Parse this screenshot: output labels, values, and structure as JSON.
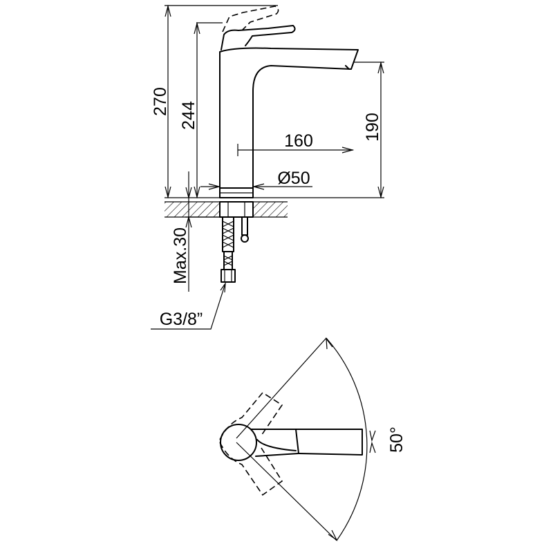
{
  "dimensions": {
    "total_height": "270",
    "spout_height": "244",
    "outlet_height": "190",
    "reach": "160",
    "base_diameter": "Ø50",
    "max_thickness": "Max.30",
    "thread": "G3/8”",
    "lever_angle": "50°"
  }
}
